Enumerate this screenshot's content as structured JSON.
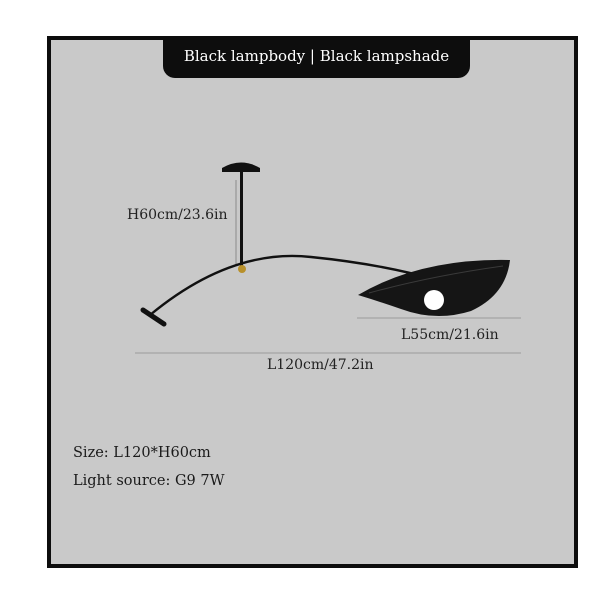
{
  "header": {
    "title": "Black lampbody | Black lampshade"
  },
  "dimensions": {
    "height": "H60cm/23.6in",
    "shade_length": "L55cm/21.6in",
    "total_length": "L120cm/47.2in"
  },
  "specs": {
    "size": "Size: L120*H60cm",
    "light_source": "Light source: G9 7W"
  },
  "colors": {
    "frame": "#0d0d0d",
    "background": "#c9c9c9",
    "lamp": "#111111",
    "accent": "#b8902a"
  }
}
